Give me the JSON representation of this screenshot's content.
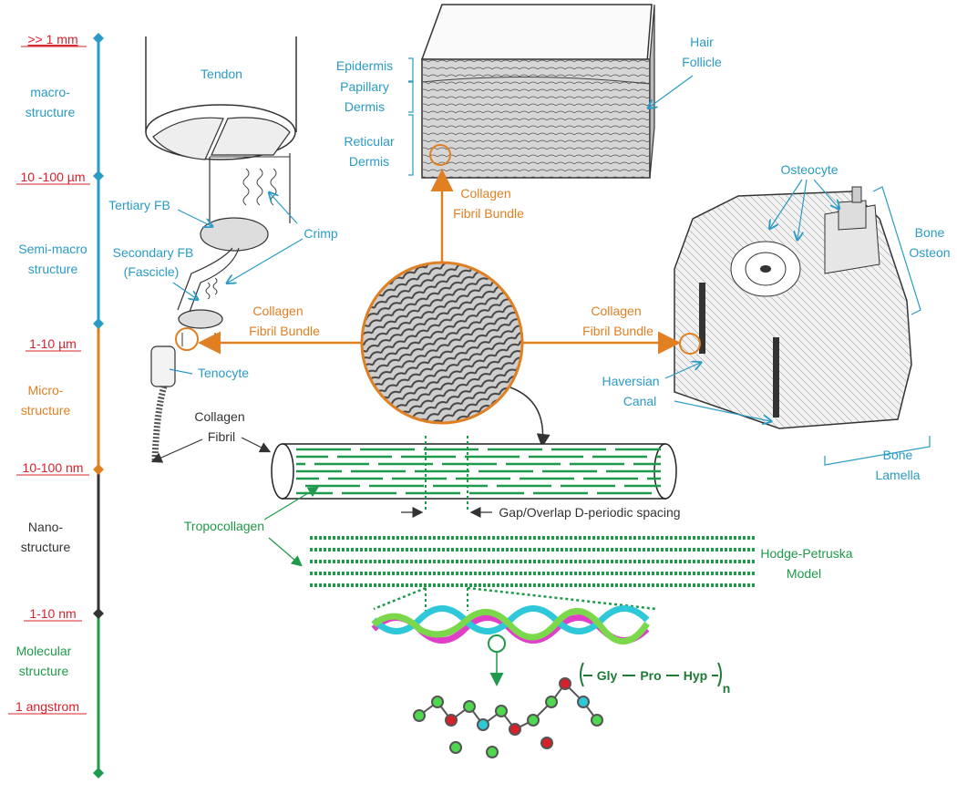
{
  "scale": {
    "ticks": [
      ">> 1 mm",
      "10 -100 µm",
      "1-10 µm",
      "10-100 nm",
      "1-10 nm",
      "1 angstrom"
    ],
    "levels": [
      {
        "line1": "macro-",
        "line2": "structure"
      },
      {
        "line1": "Semi-macro",
        "line2": "structure"
      },
      {
        "line1": "Micro-",
        "line2": "structure"
      },
      {
        "line1": "Nano-",
        "line2": "structure"
      },
      {
        "line1": "Molecular",
        "line2": "structure"
      }
    ]
  },
  "labels": {
    "tendon": "Tendon",
    "tertiary_fb": "Tertiary FB",
    "crimp": "Crimp",
    "secondary_fb_1": "Secondary FB",
    "secondary_fb_2": "(Fascicle)",
    "tenocyte": "Tenocyte",
    "collagen_fibril_1": "Collagen",
    "collagen_fibril_2": "Fibril",
    "epidermis": "Epidermis",
    "papillary_1": "Papillary",
    "papillary_2": "Dermis",
    "reticular_1": "Reticular",
    "reticular_2": "Dermis",
    "hair_1": "Hair",
    "hair_2": "Follicle",
    "bundle_1": "Collagen",
    "bundle_2": "Fibril Bundle",
    "osteocyte": "Osteocyte",
    "osteon_1": "Bone",
    "osteon_2": "Osteon",
    "haversian_1": "Haversian",
    "haversian_2": "Canal",
    "lamella_1": "Bone",
    "lamella_2": "Lamella",
    "tropocollagen": "Tropocollagen",
    "gap_overlap": "Gap/Overlap D-periodic spacing",
    "hodge_1": "Hodge-Petruska",
    "hodge_2": "Model",
    "formula_gly": "Gly",
    "formula_pro": "Pro",
    "formula_hyp": "Hyp",
    "formula_n": "n"
  },
  "colors": {
    "macro": "#2a9bc4",
    "micro": "#e08023",
    "nano": "#333333",
    "molecular": "#1f9a4a",
    "tick_text": "#d8202a"
  }
}
